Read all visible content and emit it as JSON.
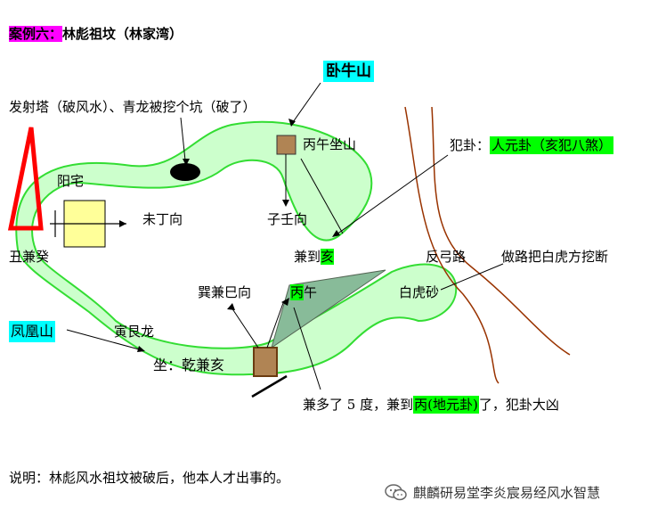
{
  "title": {
    "case": "案例六：",
    "name": "林彪祖坟（林家湾）"
  },
  "labels": {
    "wo_niu_shan": "卧牛山",
    "fa_she_ta": "发射塔（破风水）、青龙被挖个坑（破了）",
    "bing_wu_zuo_shan": "丙午坐山",
    "fan_gua": "犯卦：",
    "ren_yuan_gua": "人元卦（亥犯八煞）",
    "yang_zhai": "阳宅",
    "wei_ding_xiang": "未丁向",
    "zi_ren_xiang": "子壬向",
    "chou_jian_gui": "丑兼癸",
    "jian_dao": "兼到",
    "hai": "亥",
    "fan_gong_lu": "反弓路",
    "zuo_lu": "做路把白虎方挖断",
    "xun_jian_si_xiang": "巽兼巳向",
    "bing": "丙",
    "wu": "午",
    "bai_hu_sha": "白虎砂",
    "feng_huang_shan": "凤凰山",
    "yin_gen_long": "寅艮龙",
    "zuo_qian_jian_hai": "坐：乾兼亥",
    "jian_duo_le": "兼多了 5 度，兼到",
    "bing_di_yuan_gua": "丙(地元卦)",
    "fan_gua_da_xiong": "了，犯卦大凶",
    "explanation": "说明：林彪风水祖坟被破后，他本人才出事的。",
    "watermark": "麒麟研易堂李炎宸易经风水智慧"
  },
  "colors": {
    "ridge_fill": "#ccffcc",
    "ridge_stroke": "#33dd33",
    "tower": "#ff0000",
    "house": "#ffff99",
    "grave": "#b08454",
    "road": "#993300",
    "wedge": "#88bb99"
  },
  "icons": {
    "watermark": "wechat-icon"
  }
}
